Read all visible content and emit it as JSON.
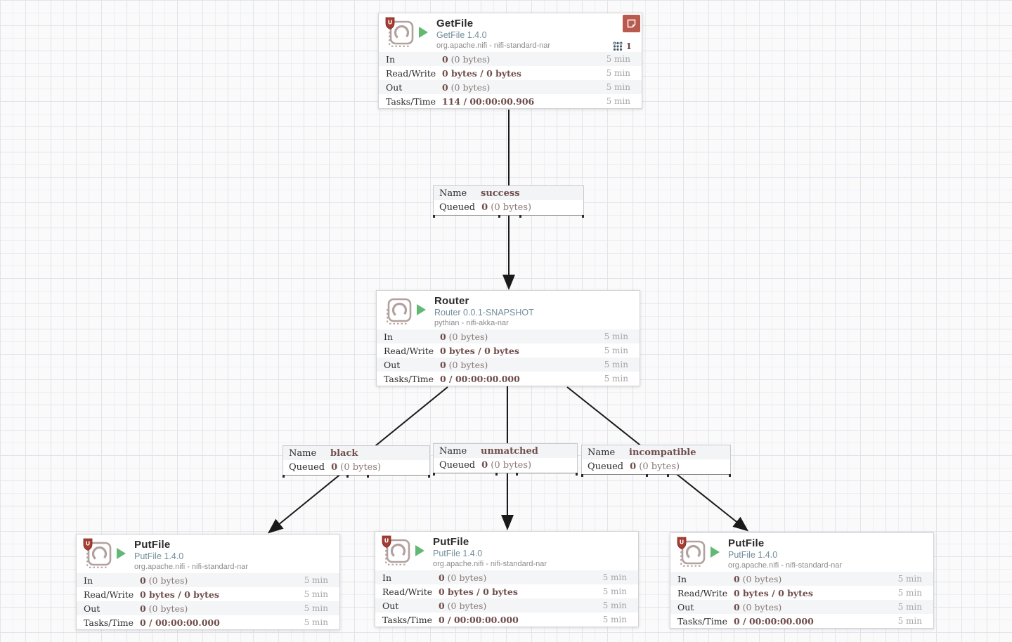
{
  "colors": {
    "running_green": "#62b973",
    "restricted_shield_red": "#a63d33",
    "comment_badge_red": "#b85a4d",
    "stat_value_brown": "#6f4e4c",
    "processor_type_blue": "#728e9b",
    "icon_brown": "#b2a19e",
    "connection_line": "#1a1a1a"
  },
  "icons": {
    "processor_stamp": "stamp-with-refresh-arrow",
    "run_status": "green-play-triangle",
    "restricted": "red-shield",
    "comment_badge": "note-with-folded-corner",
    "threads": "grid-of-dots"
  },
  "processors": [
    {
      "title": "GetFile",
      "type_version": "GetFile 1.4.0",
      "bundle": "org.apache.nifi - nifi-standard-nar",
      "thread_count": "1",
      "stats": [
        {
          "label": "In",
          "value_bold": "0",
          "value_rest": " (0 bytes)",
          "window": "5 min"
        },
        {
          "label": "Read/Write",
          "value_bold": "0 bytes / 0 bytes",
          "value_rest": "",
          "window": "5 min"
        },
        {
          "label": "Out",
          "value_bold": "0",
          "value_rest": " (0 bytes)",
          "window": "5 min"
        },
        {
          "label": "Tasks/Time",
          "value_bold": "114 / 00:00:00.906",
          "value_rest": "",
          "window": "5 min"
        }
      ]
    },
    {
      "title": "Router",
      "type_version": "Router 0.0.1-SNAPSHOT",
      "bundle": "pythian - nifi-akka-nar",
      "stats": [
        {
          "label": "In",
          "value_bold": "0",
          "value_rest": " (0 bytes)",
          "window": "5 min"
        },
        {
          "label": "Read/Write",
          "value_bold": "0 bytes / 0 bytes",
          "value_rest": "",
          "window": "5 min"
        },
        {
          "label": "Out",
          "value_bold": "0",
          "value_rest": " (0 bytes)",
          "window": "5 min"
        },
        {
          "label": "Tasks/Time",
          "value_bold": "0 / 00:00:00.000",
          "value_rest": "",
          "window": "5 min"
        }
      ]
    },
    {
      "title": "PutFile",
      "type_version": "PutFile 1.4.0",
      "bundle": "org.apache.nifi - nifi-standard-nar",
      "stats": [
        {
          "label": "In",
          "value_bold": "0",
          "value_rest": " (0 bytes)",
          "window": "5 min"
        },
        {
          "label": "Read/Write",
          "value_bold": "0 bytes / 0 bytes",
          "value_rest": "",
          "window": "5 min"
        },
        {
          "label": "Out",
          "value_bold": "0",
          "value_rest": " (0 bytes)",
          "window": "5 min"
        },
        {
          "label": "Tasks/Time",
          "value_bold": "0 / 00:00:00.000",
          "value_rest": "",
          "window": "5 min"
        }
      ]
    },
    {
      "title": "PutFile",
      "type_version": "PutFile 1.4.0",
      "bundle": "org.apache.nifi - nifi-standard-nar",
      "stats": [
        {
          "label": "In",
          "value_bold": "0",
          "value_rest": " (0 bytes)",
          "window": "5 min"
        },
        {
          "label": "Read/Write",
          "value_bold": "0 bytes / 0 bytes",
          "value_rest": "",
          "window": "5 min"
        },
        {
          "label": "Out",
          "value_bold": "0",
          "value_rest": " (0 bytes)",
          "window": "5 min"
        },
        {
          "label": "Tasks/Time",
          "value_bold": "0 / 00:00:00.000",
          "value_rest": "",
          "window": "5 min"
        }
      ]
    },
    {
      "title": "PutFile",
      "type_version": "PutFile 1.4.0",
      "bundle": "org.apache.nifi - nifi-standard-nar",
      "stats": [
        {
          "label": "In",
          "value_bold": "0",
          "value_rest": " (0 bytes)",
          "window": "5 min"
        },
        {
          "label": "Read/Write",
          "value_bold": "0 bytes / 0 bytes",
          "value_rest": "",
          "window": "5 min"
        },
        {
          "label": "Out",
          "value_bold": "0",
          "value_rest": " (0 bytes)",
          "window": "5 min"
        },
        {
          "label": "Tasks/Time",
          "value_bold": "0 / 00:00:00.000",
          "value_rest": "",
          "window": "5 min"
        }
      ]
    }
  ],
  "connections": [
    {
      "name_label": "Name",
      "name": "success",
      "queued_label": "Queued",
      "queued_bold": "0",
      "queued_rest": " (0 bytes)"
    },
    {
      "name_label": "Name",
      "name": "black",
      "queued_label": "Queued",
      "queued_bold": "0",
      "queued_rest": " (0 bytes)"
    },
    {
      "name_label": "Name",
      "name": "unmatched",
      "queued_label": "Queued",
      "queued_bold": "0",
      "queued_rest": " (0 bytes)"
    },
    {
      "name_label": "Name",
      "name": "incompatible",
      "queued_label": "Queued",
      "queued_bold": "0",
      "queued_rest": " (0 bytes)"
    }
  ]
}
